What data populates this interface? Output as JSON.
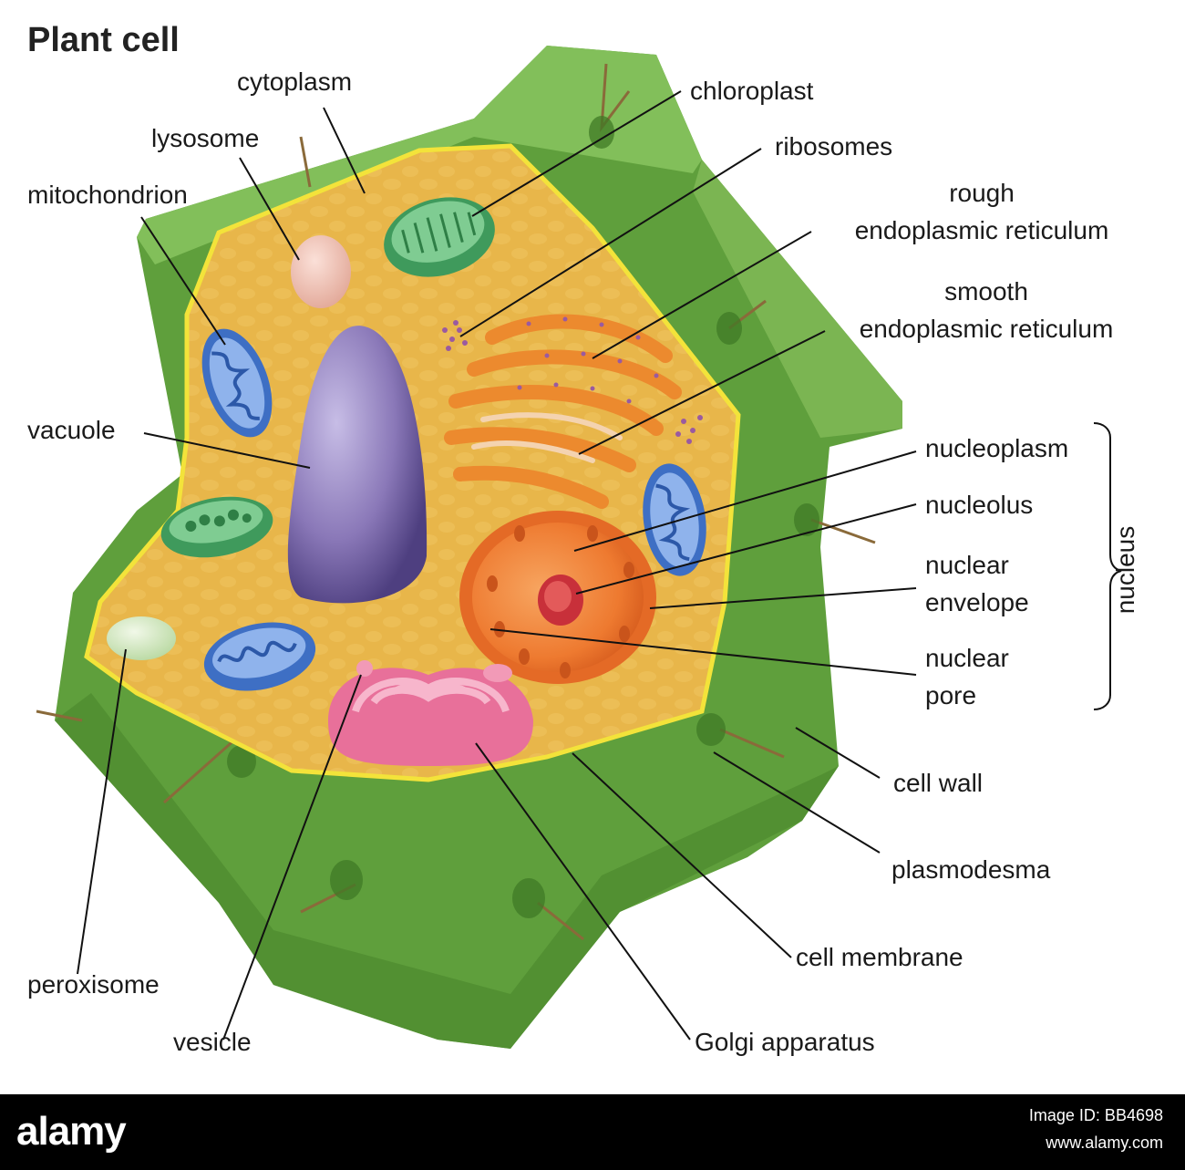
{
  "title": "Plant cell",
  "labels": {
    "cytoplasm": "cytoplasm",
    "lysosome": "lysosome",
    "mitochondrion": "mitochondrion",
    "chloroplast": "chloroplast",
    "ribosomes": "ribosomes",
    "rough_er_1": "rough",
    "rough_er_2": "endoplasmic reticulum",
    "smooth_er_1": "smooth",
    "smooth_er_2": "endoplasmic reticulum",
    "vacuole": "vacuole",
    "nucleoplasm": "nucleoplasm",
    "nucleolus": "nucleolus",
    "nuclear_envelope_1": "nuclear",
    "nuclear_envelope_2": "envelope",
    "nuclear_pore_1": "nuclear",
    "nuclear_pore_2": "pore",
    "nucleus": "nucleus",
    "cell_wall": "cell wall",
    "plasmodesma": "plasmodesma",
    "cell_membrane": "cell membrane",
    "golgi_apparatus": "Golgi apparatus",
    "vesicle": "vesicle",
    "peroxisome": "peroxisome"
  },
  "footer": {
    "brand": "alamy",
    "image_id": "Image ID: BB4698",
    "site": "www.alamy.com"
  },
  "colors": {
    "cell_wall": "#6fae45",
    "cytoplasm": "#e9b84a",
    "membrane": "#f3e33a",
    "vacuole": "#8a78b8",
    "mitochondrion": "#4a7fd0",
    "chloroplast": "#5cb877",
    "golgi": "#e8709a",
    "er": "#ec8a2e",
    "nucleus": "#f0883a",
    "nucleolus": "#c8303a"
  }
}
